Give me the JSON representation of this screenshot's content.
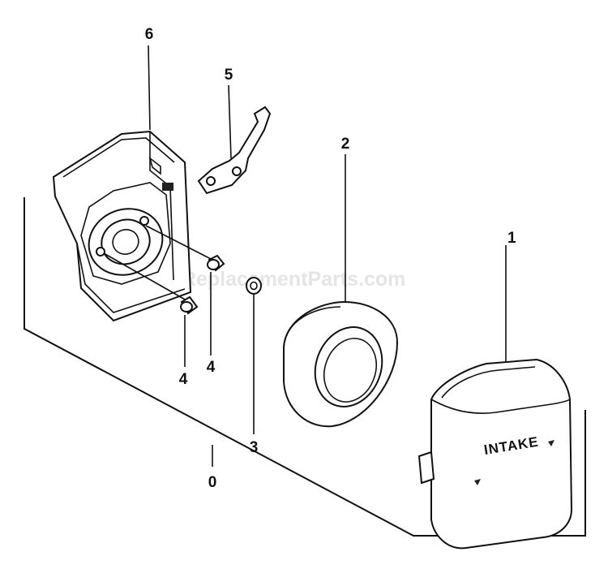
{
  "watermark": "eReplacementParts.com",
  "cover_text": "INTAKE",
  "callouts": {
    "c1": "1",
    "c2": "2",
    "c3": "3",
    "c4a": "4",
    "c4b": "4",
    "c5": "5",
    "c6": "6",
    "c0": "0"
  }
}
